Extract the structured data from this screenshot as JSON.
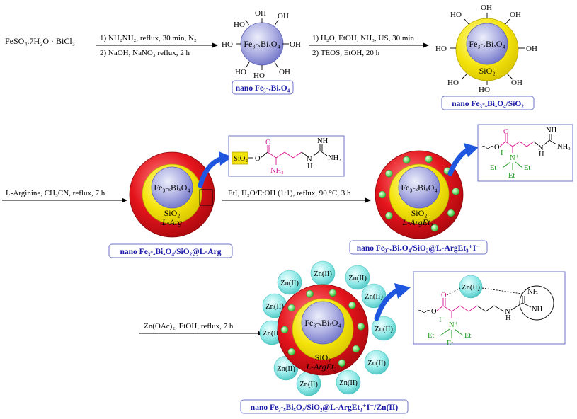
{
  "reagents_start": "FeSO₄.7H₂O ·  BiCl₃",
  "steps": {
    "s1_top": "1) NH₂NH₂, reflux, 30 min, N₂",
    "s1_bot": "2) NaOH, NaNO₃ reflux, 2 h",
    "s2_top": "1) H₂O, EtOH, NH₃, US, 30 min",
    "s2_bot": "2) TEOS, EtOH, 20 h",
    "s3": "L-Arginine, CH₃CN, reflux, 7 h",
    "s4": "EtI, H₂O/EtOH (1:1), reflux, 90 °C, 3 h",
    "s5": "Zn(OAc)₂, EtOH, reflux, 7 h"
  },
  "labels": {
    "oh": "OH",
    "ho": "HO",
    "core": "Fe₃-ₓBiₓO₄",
    "sio2": "SiO₂",
    "larg": "L-Arg",
    "largEt": "L-ArgEt₃",
    "zn": "Zn(II)",
    "o": "O",
    "nh": "NH",
    "nh2": "NH₂",
    "h": "H",
    "n": "N",
    "nplus": "N⁺",
    "iminus": "I⁻",
    "et": "Et"
  },
  "captions": {
    "c1": "nano Fe₃-ₓBiₓO₄",
    "c2": "nano Fe₃-ₓBiₓO₄/SiO₂",
    "c3": "nano Fe₃-ₓBiₓO₄/SiO₂@L-Arg",
    "c4": "nano Fe₃-ₓBiₓO₄/SiO₂@L-ArgEt₃⁺I⁻",
    "c5": "nano Fe₃-ₓBiₓO₄/SiO₂@L-ArgEt₃⁺I⁻/Zn(II)"
  },
  "colors": {
    "core": "#a9abe0",
    "silica": "#f2e20a",
    "arg_shell": "#e0131b",
    "dot": "#6fe06f",
    "zn_bubble": "#8fe8e6",
    "arrow_blue": "#1e56e0",
    "caption_border": "#6d73c9",
    "caption_text": "#1a1aa8",
    "chain_magenta": "#d6128f",
    "ammonium_green": "#1a9a1a"
  }
}
